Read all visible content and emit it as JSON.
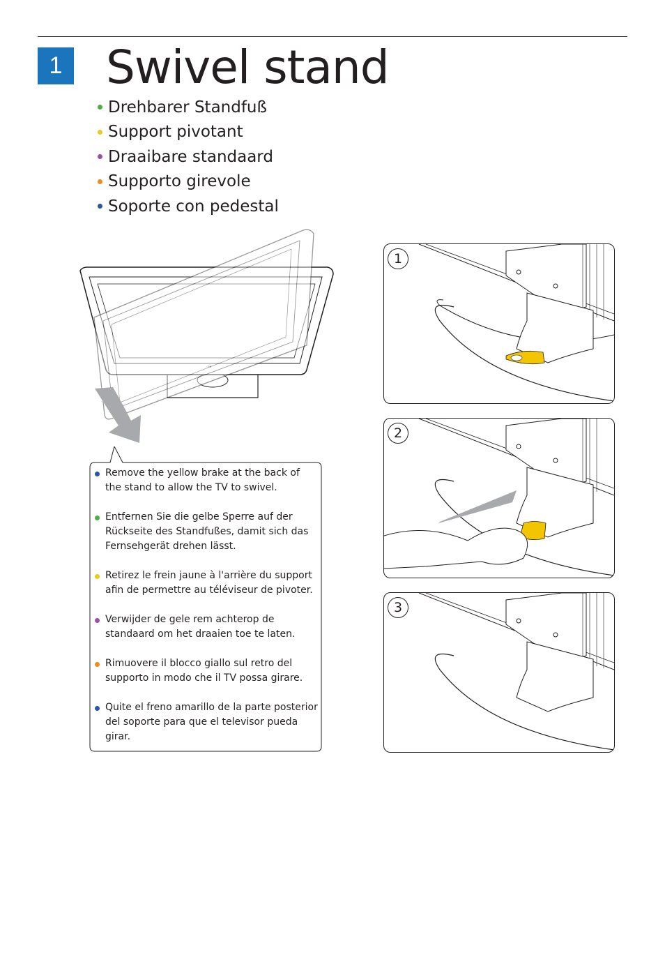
{
  "header": {
    "section_number": "1",
    "title": "Swivel stand"
  },
  "title_translations": [
    {
      "text": "Drehbarer Standfuß",
      "color": "#4fae3f"
    },
    {
      "text": "Support pivotant",
      "color": "#e5cd1a"
    },
    {
      "text": "Draaibare standaard",
      "color": "#9e4fa5"
    },
    {
      "text": "Supporto girevole",
      "color": "#f08a1d"
    },
    {
      "text": "Soporte con pedestal",
      "color": "#2856a3"
    }
  ],
  "instructions": [
    {
      "text": "Remove the yellow brake at the back of the stand to allow the TV to swivel.",
      "color": "#2856a3"
    },
    {
      "text": "Entfernen Sie die gelbe Sperre auf der Rückseite des Standfußes, damit sich das Fernsehgerät drehen lässt.",
      "color": "#4fae3f"
    },
    {
      "text": "Retirez le frein jaune à l'arrière du support afin de permettre au téléviseur de pivoter.",
      "color": "#e5cd1a"
    },
    {
      "text": "Verwijder de gele rem achterop de standaard om het draaien toe te laten.",
      "color": "#9e4fa5"
    },
    {
      "text": "Rimuovere il blocco giallo sul retro del supporto in modo che il TV possa girare.",
      "color": "#f08a1d"
    },
    {
      "text": "Quite el freno amarillo de la parte posterior del soporte para que el televisor pueda girar.",
      "color": "#2856a3"
    }
  ],
  "steps": [
    {
      "number": "1",
      "brake": "attached"
    },
    {
      "number": "2",
      "brake": "being removed"
    },
    {
      "number": "3",
      "brake": "removed"
    }
  ],
  "colors": {
    "accent_blue": "#1a75bc",
    "brake_yellow": "#f2c500",
    "arrow_gray": "#a7a9ac"
  }
}
